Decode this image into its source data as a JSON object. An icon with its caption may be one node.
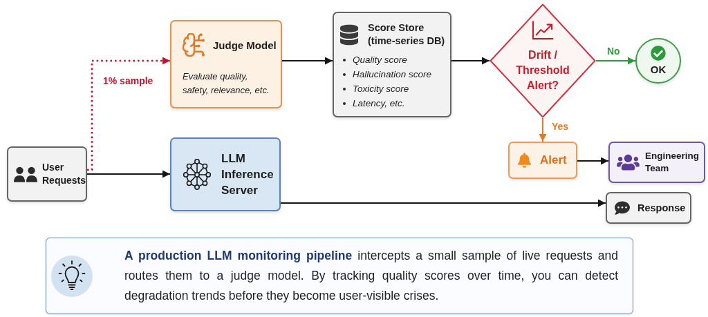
{
  "diagram": {
    "nodes": [
      {
        "text": [
          "User Requests"
        ]
      },
      {
        "text": [
          "Judge Model",
          "Evaluate quality, safety, relevance, etc."
        ]
      },
      {
        "text": [
          "LLM Inference Server"
        ]
      },
      {
        "text": [
          "Score Store (time-series DB)",
          "Quality score",
          "Hallucination score",
          "Toxicity score",
          "Latency, etc."
        ]
      },
      {
        "text": [
          "Drift / Threshold Alert?"
        ]
      },
      {
        "text": [
          "OK"
        ]
      },
      {
        "text": [
          "Alert"
        ]
      },
      {
        "text": [
          "Engineering Team"
        ]
      },
      {
        "text": [
          "Response"
        ]
      },
      {
        "text": [
          "**A production LLM monitoring pipeline** intercepts a small sample of live requests and routes them to a judge model. By tracking quality scores over time, you can detect degradation trends before they become user-visible crises."
        ]
      }
    ],
    "edges": [
      {
        "from": 0,
        "to": 1,
        "arrow": "to",
        "label": "1% sample",
        "style": "dashed",
        "color": "#c8102e"
      },
      {
        "from": 0,
        "to": 2,
        "arrow": "to"
      },
      {
        "from": 1,
        "to": 3,
        "arrow": "to"
      },
      {
        "from": 3,
        "to": 4,
        "arrow": "to"
      },
      {
        "from": 4,
        "to": 5,
        "arrow": "to",
        "label": "No",
        "color": "#2e9a3e"
      },
      {
        "from": 4,
        "to": 6,
        "arrow": "to",
        "label": "Yes",
        "color": "#e07b20"
      },
      {
        "from": 6,
        "to": 7,
        "arrow": "to"
      },
      {
        "from": 2,
        "to": 8,
        "arrow": "to"
      }
    ]
  }
}
